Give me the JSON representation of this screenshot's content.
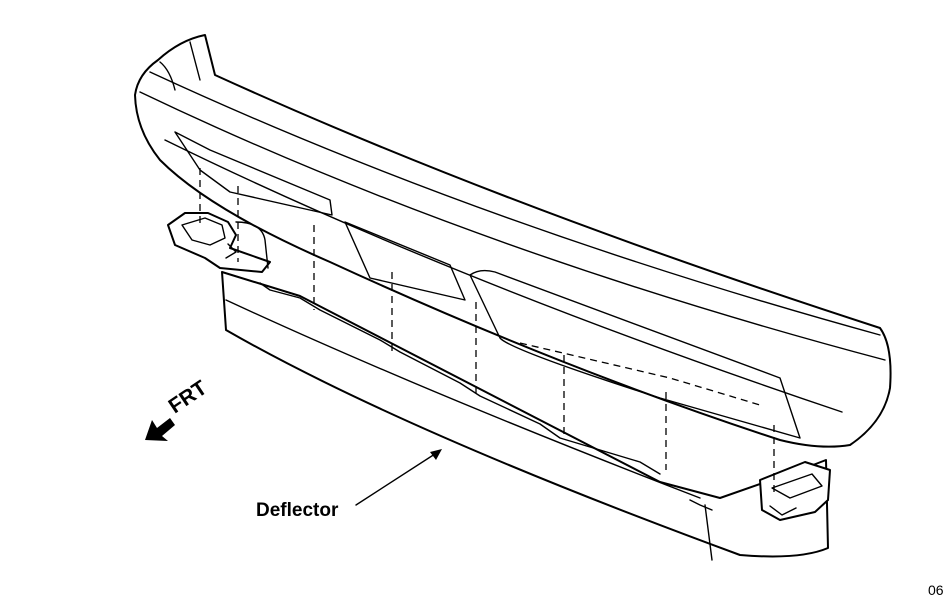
{
  "labels": {
    "deflector": "Deflector",
    "front": "FRT",
    "figure_code": "06"
  },
  "icons": {
    "front_arrow": "arrow-down-left-icon",
    "leader_arrow": "arrow-up-right-icon"
  }
}
